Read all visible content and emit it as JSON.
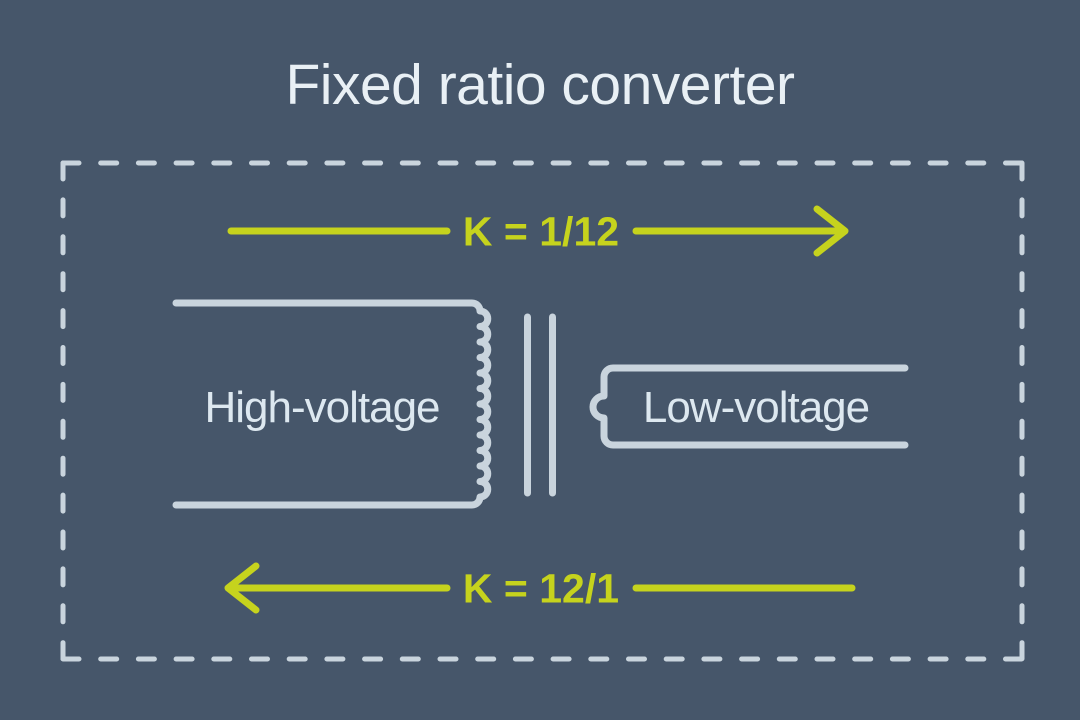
{
  "title": "Fixed ratio converter",
  "colors": {
    "background": "#46566a",
    "line": "#c9d4dd",
    "label": "#dde8f0",
    "titlecolor": "#e9f0f5",
    "accent": "#c6d31d"
  },
  "diagram": {
    "top_arrow": {
      "label": "K = 1/12",
      "direction": "right"
    },
    "bottom_arrow": {
      "label": "K = 12/1",
      "direction": "left"
    },
    "transformer": {
      "primary_label": "High-voltage",
      "secondary_label": "Low-voltage"
    }
  }
}
